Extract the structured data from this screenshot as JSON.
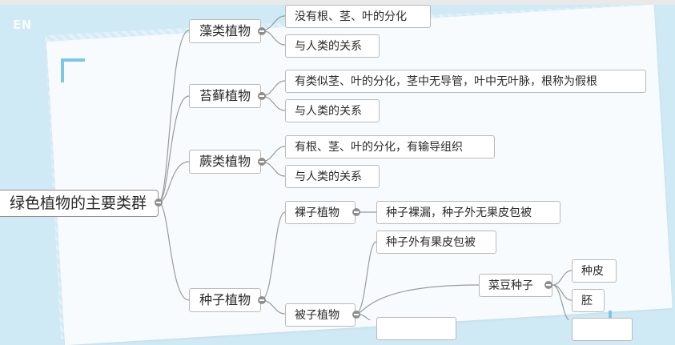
{
  "watermark": "EN",
  "mindmap": {
    "root": "绿色植物的主要类群",
    "algae": {
      "label": "藻类植物",
      "items": [
        "没有根、茎、叶的分化",
        "与人类的关系"
      ]
    },
    "moss": {
      "label": "苔藓植物",
      "items": [
        "有类似茎、叶的分化，茎中无导管，叶中无叶脉，根称为假根",
        "与人类的关系"
      ]
    },
    "fern": {
      "label": "蕨类植物",
      "items": [
        "有根、茎、叶的分化，有输导组织",
        "与人类的关系"
      ]
    },
    "seed": {
      "label": "种子植物",
      "gymnosperm": {
        "label": "裸子植物",
        "items": [
          "种子裸漏，种子外无果皮包被"
        ]
      },
      "angiosperm": {
        "label": "被子植物",
        "items": [
          "种子外有果皮包被"
        ],
        "bean_seed": {
          "label": "菜豆种子",
          "items": [
            "种皮",
            "胚"
          ]
        }
      }
    }
  }
}
